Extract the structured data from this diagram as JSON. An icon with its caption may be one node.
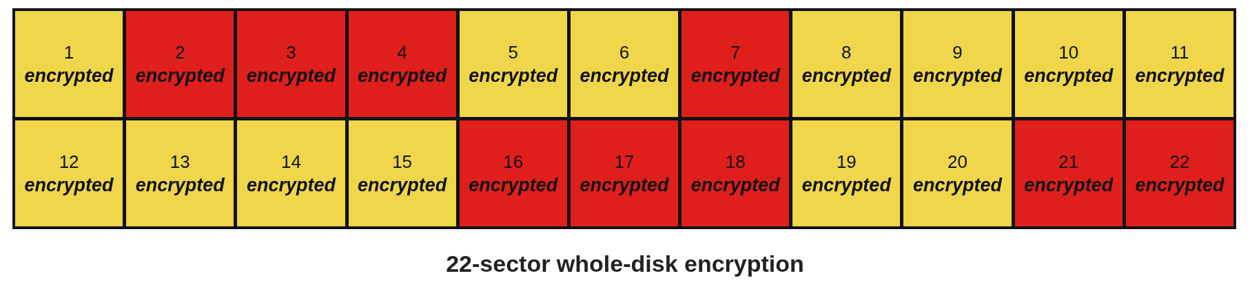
{
  "diagram": {
    "caption": "22-sector whole-disk encryption",
    "nodes": [
      {
        "text": [
          "1",
          "encrypted"
        ]
      },
      {
        "text": [
          "2",
          "encrypted"
        ]
      },
      {
        "text": [
          "3",
          "encrypted"
        ]
      },
      {
        "text": [
          "4",
          "encrypted"
        ]
      },
      {
        "text": [
          "5",
          "encrypted"
        ]
      },
      {
        "text": [
          "6",
          "encrypted"
        ]
      },
      {
        "text": [
          "7",
          "encrypted"
        ]
      },
      {
        "text": [
          "8",
          "encrypted"
        ]
      },
      {
        "text": [
          "9",
          "encrypted"
        ]
      },
      {
        "text": [
          "10",
          "encrypted"
        ]
      },
      {
        "text": [
          "11",
          "encrypted"
        ]
      },
      {
        "text": [
          "12",
          "encrypted"
        ]
      },
      {
        "text": [
          "13",
          "encrypted"
        ]
      },
      {
        "text": [
          "14",
          "encrypted"
        ]
      },
      {
        "text": [
          "15",
          "encrypted"
        ]
      },
      {
        "text": [
          "16",
          "encrypted"
        ]
      },
      {
        "text": [
          "17",
          "encrypted"
        ]
      },
      {
        "text": [
          "18",
          "encrypted"
        ]
      },
      {
        "text": [
          "19",
          "encrypted"
        ]
      },
      {
        "text": [
          "20",
          "encrypted"
        ]
      },
      {
        "text": [
          "21",
          "encrypted"
        ]
      },
      {
        "text": [
          "22",
          "encrypted"
        ]
      }
    ]
  }
}
